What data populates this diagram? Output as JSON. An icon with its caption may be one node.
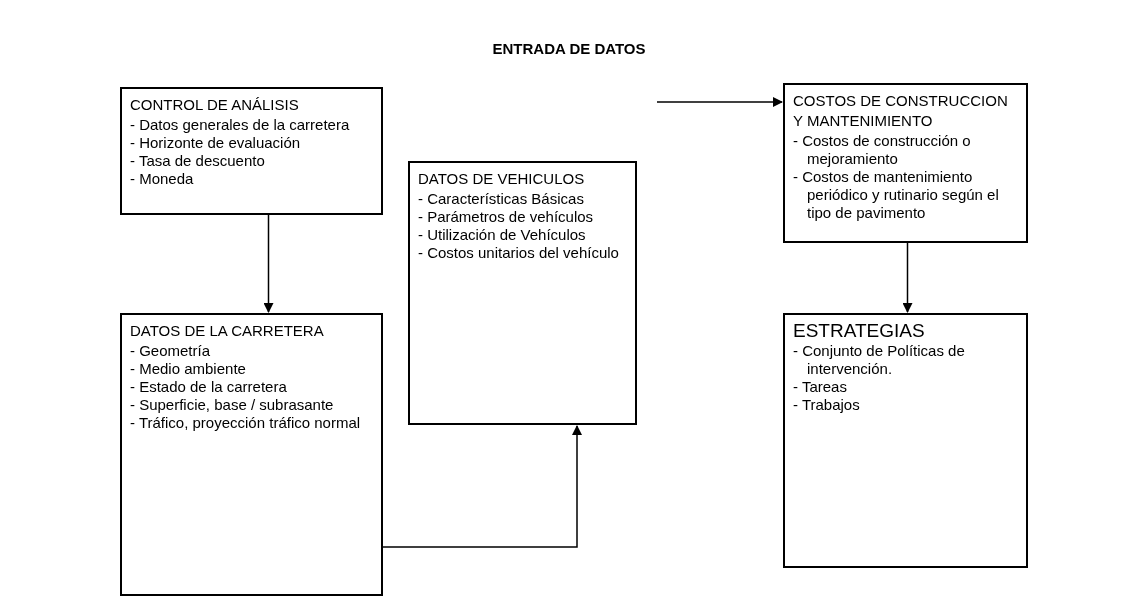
{
  "diagram": {
    "title": "ENTRADA DE DATOS",
    "nodes": [
      {
        "text": [
          "CONTROL DE ANÁLISIS",
          "- Datos generales de la carretera",
          "- Horizonte de evaluación",
          "- Tasa de descuento",
          "- Moneda"
        ]
      },
      {
        "text": [
          "DATOS DE LA CARRETERA",
          "- Geometría",
          "- Medio ambiente",
          "- Estado de la carretera",
          "- Superficie, base / subrasante",
          "- Tráfico, proyección tráfico normal"
        ]
      },
      {
        "text": [
          "DATOS DE VEHICULOS",
          "- Características Básicas",
          "- Parámetros de vehículos",
          "- Utilización de Vehículos",
          "- Costos unitarios del vehículo"
        ]
      },
      {
        "text": [
          "COSTOS DE CONSTRUCCION Y MANTENIMIENTO",
          "- Costos de construcción o mejoramiento",
          "- Costos de mantenimiento periódico y rutinario según el tipo de pavimento"
        ]
      },
      {
        "text": [
          "ESTRATEGIAS",
          "- Conjunto de Políticas de intervención.",
          "- Tareas",
          "- Trabajos"
        ]
      }
    ],
    "edges": [
      {
        "from": 0,
        "to": 1,
        "arrow": "to"
      },
      {
        "from": 1,
        "to": 2,
        "arrow": "to"
      },
      {
        "from": null,
        "to": 3,
        "arrow": "to"
      },
      {
        "from": 3,
        "to": 4,
        "arrow": "to"
      }
    ]
  }
}
